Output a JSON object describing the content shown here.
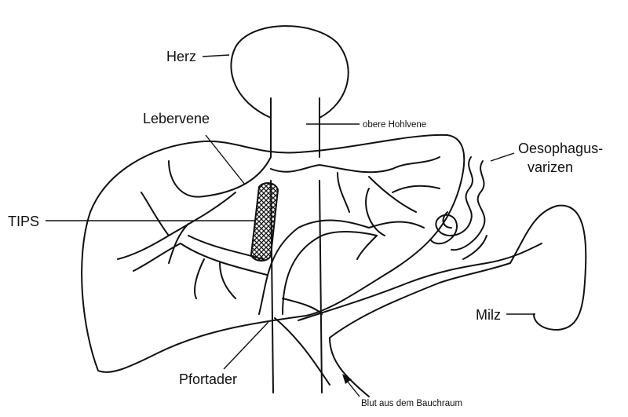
{
  "labels": {
    "herz": "Herz",
    "lebervene": "Lebervene",
    "obere_hohlvene": "obere Hohlvene",
    "oesophagus_line1": "Oesophagus-",
    "oesophagus_line2": "varizen",
    "tips": "TIPS",
    "milz": "Milz",
    "pfortader": "Pfortader",
    "blut": "Blut aus dem Bauchraum"
  }
}
